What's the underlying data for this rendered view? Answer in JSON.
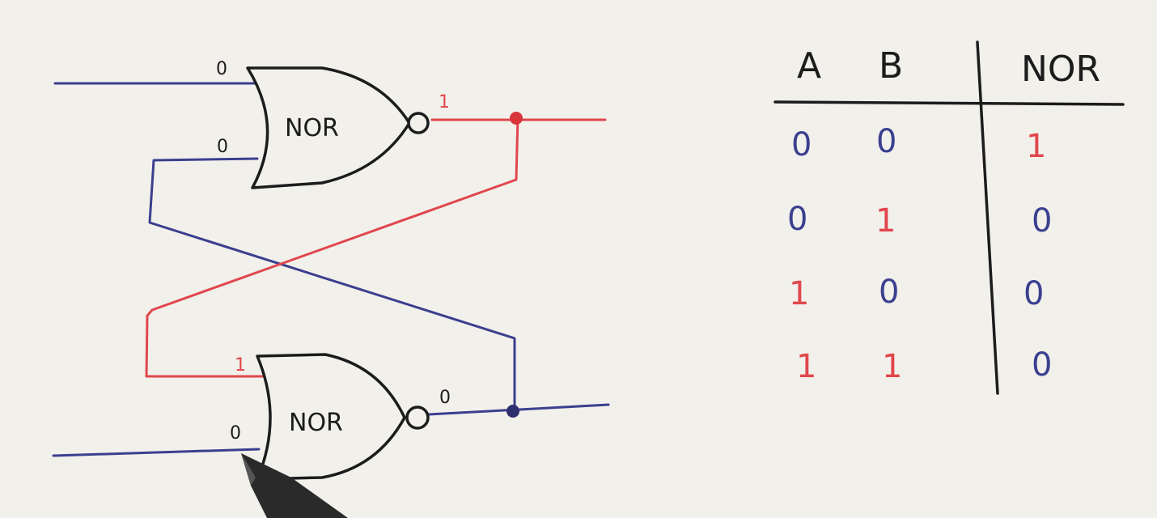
{
  "gates": {
    "top_label": "NOR",
    "bottom_label": "NOR"
  },
  "wire_values": {
    "top_input_a": "0",
    "top_input_b": "0",
    "top_output": "1",
    "bottom_input_a": "1",
    "bottom_input_b": "0",
    "bottom_output": "0"
  },
  "truth_table": {
    "headers": [
      "A",
      "B",
      "NOR"
    ],
    "rows": [
      [
        "0",
        "0",
        "1"
      ],
      [
        "0",
        "1",
        "0"
      ],
      [
        "1",
        "0",
        "0"
      ],
      [
        "1",
        "1",
        "0"
      ]
    ]
  },
  "colors": {
    "wire_low": "#3b3f8f",
    "wire_high": "#e0474c",
    "ink": "#1c1c1c",
    "paper": "#f2f0eb"
  }
}
